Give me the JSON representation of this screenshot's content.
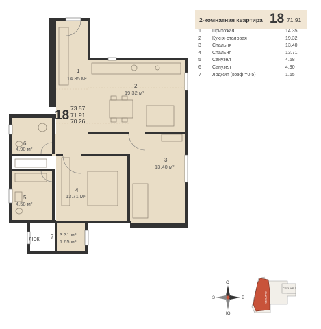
{
  "header": {
    "title": "2-комнатная квартира",
    "apartment_number": "18",
    "total_area": "71.91"
  },
  "rooms": [
    {
      "num": "1",
      "name": "Прихожая",
      "area": "14.35"
    },
    {
      "num": "2",
      "name": "Кухня-столовая",
      "area": "19.32"
    },
    {
      "num": "3",
      "name": "Спальня",
      "area": "13.40"
    },
    {
      "num": "4",
      "name": "Спальня",
      "area": "13.71"
    },
    {
      "num": "5",
      "name": "Санузел",
      "area": "4.58"
    },
    {
      "num": "6",
      "name": "Санузел",
      "area": "4.90"
    },
    {
      "num": "7",
      "name": "Лоджия (коэф.=0.5)",
      "area": "1.65"
    }
  ],
  "plan": {
    "apartment_number": "18",
    "areas": [
      "73.57",
      "71.91",
      "70.26"
    ],
    "room_labels": [
      {
        "num": "1",
        "area": "14.35 м²"
      },
      {
        "num": "2",
        "area": "19.32 м²"
      },
      {
        "num": "3",
        "area": "13.40 м²"
      },
      {
        "num": "4",
        "area": "13.71 м²"
      },
      {
        "num": "5",
        "area": "4.58 м²"
      },
      {
        "num": "6",
        "area": "4.90 м²"
      },
      {
        "num": "7",
        "area": "3.31 м²",
        "area2": "1.65 м²"
      }
    ],
    "hatch_label": "ЛЮК"
  },
  "compass": {
    "n": "С",
    "s": "Ю",
    "w": "З",
    "e": "В"
  },
  "keyplan": {
    "section_label": "СЕКЦИЯ 1",
    "section_label_2": "СЕКЦИЯ 2"
  },
  "colors": {
    "floor": "#e9ddc6",
    "wall": "#333333",
    "highlight": "#c8533a",
    "header_bg": "#f1e6d4"
  }
}
